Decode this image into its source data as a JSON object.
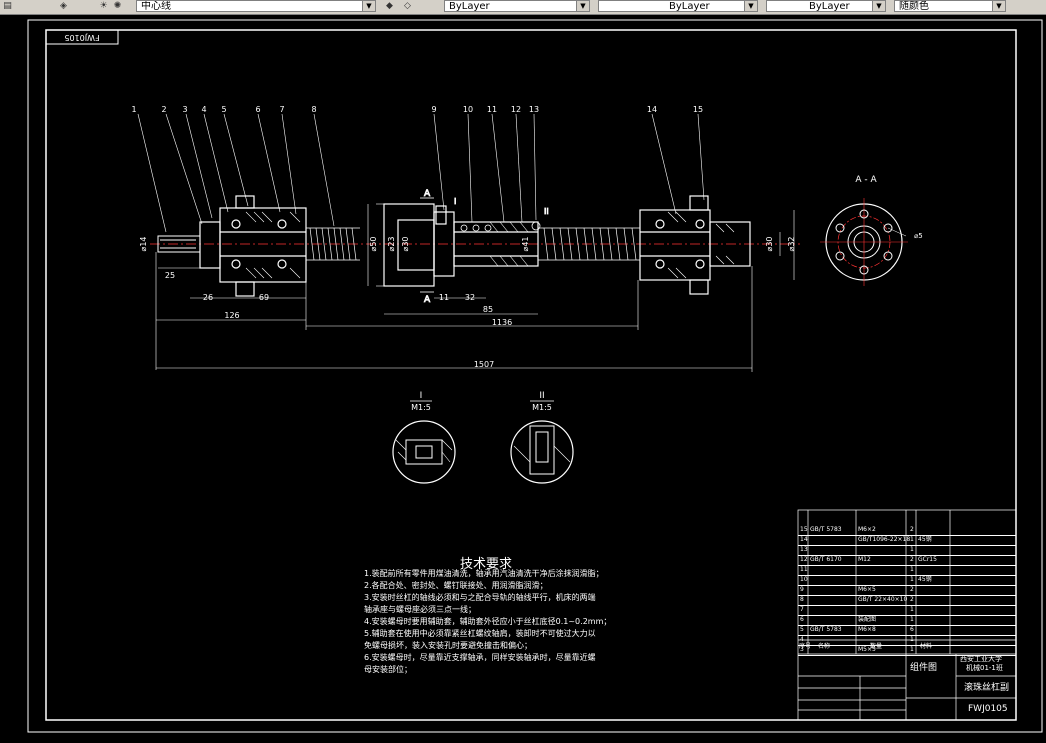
{
  "toolbar": {
    "layer_name": "中心线",
    "color_value": "ByLayer",
    "linetype_value": "ByLayer",
    "lineweight_value": "ByLayer",
    "plotstyle_value": "随颜色"
  },
  "drawing": {
    "corner_label": "FWJ0105",
    "part_numbers": [
      "1",
      "2",
      "3",
      "4",
      "5",
      "6",
      "7",
      "8",
      "9",
      "10",
      "11",
      "12",
      "13",
      "14",
      "15"
    ],
    "dims": {
      "d14": "⌀14",
      "l25": "25",
      "l26": "26",
      "l69": "69",
      "l126": "126",
      "d50": "⌀50",
      "d23": "⌀23",
      "d30a": "⌀30",
      "d41": "⌀41",
      "l11": "11",
      "l32": "32",
      "l85": "85",
      "l1136": "1136",
      "l1507": "1507",
      "d30b": "⌀30",
      "d32": "⌀32",
      "phi5": "⌀5"
    },
    "section_label": "A - A",
    "sec_a_top": "A",
    "sec_a_bottom": "A",
    "detail_1": {
      "name": "I",
      "scale": "M1:5"
    },
    "detail_2": {
      "name": "II",
      "scale": "M1:5"
    },
    "marker_1": "I",
    "marker_2": "II"
  },
  "tech": {
    "title": "技术要求",
    "items": [
      "1.装配前所有零件用煤油清洗，轴承用汽油清洗干净后涂抹润滑脂；",
      "2.各配合处、密封处、螺钉联接处、用润滑脂润滑；",
      "3.安装时丝杠的轴线必须和与之配合导轨的轴线平行，机床的两端",
      "  轴承座与螺母座必须三点一线；",
      "4.安装螺母时要用辅助套，辅助套外径应小于丝杠底径0.1~0.2mm；",
      "5.辅助套在使用中必须靠紧丝杠螺纹轴肩，装卸时不可使过大力以",
      "  免螺母损坏，装入安装孔时要避免撞击和偏心；",
      "6.安装螺母时，尽量靠近支撑轴承，同样安装轴承时，尽量靠近螺",
      "  母安装部位；"
    ]
  },
  "titleblock": {
    "rows": [
      {
        "num": "15",
        "name": "GB/T 5783",
        "spec": "M6×2",
        "qty": "2",
        "mat": "",
        "note": ""
      },
      {
        "num": "14",
        "name": "",
        "spec": "GB/T1096-22×18",
        "qty": "1",
        "mat": "45钢",
        "note": ""
      },
      {
        "num": "13",
        "name": "",
        "spec": "",
        "qty": "1",
        "mat": "",
        "note": ""
      },
      {
        "num": "12",
        "name": "GB/T 6170",
        "spec": "M12",
        "qty": "2",
        "mat": "GCr15",
        "note": ""
      },
      {
        "num": "11",
        "name": "",
        "spec": "",
        "qty": "1",
        "mat": "",
        "note": ""
      },
      {
        "num": "10",
        "name": "",
        "spec": "",
        "qty": "1",
        "mat": "45钢",
        "note": ""
      },
      {
        "num": "9",
        "name": "",
        "spec": "M6×5",
        "qty": "2",
        "mat": "",
        "note": ""
      },
      {
        "num": "8",
        "name": "",
        "spec": "GB/T 22×40×10",
        "qty": "2",
        "mat": "",
        "note": ""
      },
      {
        "num": "7",
        "name": "",
        "spec": "",
        "qty": "1",
        "mat": "",
        "note": ""
      },
      {
        "num": "6",
        "name": "",
        "spec": "装配图",
        "qty": "1",
        "mat": "",
        "note": ""
      },
      {
        "num": "5",
        "name": "GB/T 5783",
        "spec": "M6×8",
        "qty": "6",
        "mat": "",
        "note": ""
      },
      {
        "num": "4",
        "name": "",
        "spec": "",
        "qty": "1",
        "mat": "",
        "note": ""
      },
      {
        "num": "3",
        "name": "",
        "spec": "M5×5",
        "qty": "1",
        "mat": "",
        "note": ""
      }
    ],
    "header": {
      "seq": "序号",
      "name": "名称",
      "qty": "数量",
      "mat": "材料"
    },
    "drawing_type": "组件图",
    "school": "西安工业大学",
    "class_text": "机械01-1班",
    "part_title": "滚珠丝杠副",
    "drawing_no": "FWJ0105"
  }
}
